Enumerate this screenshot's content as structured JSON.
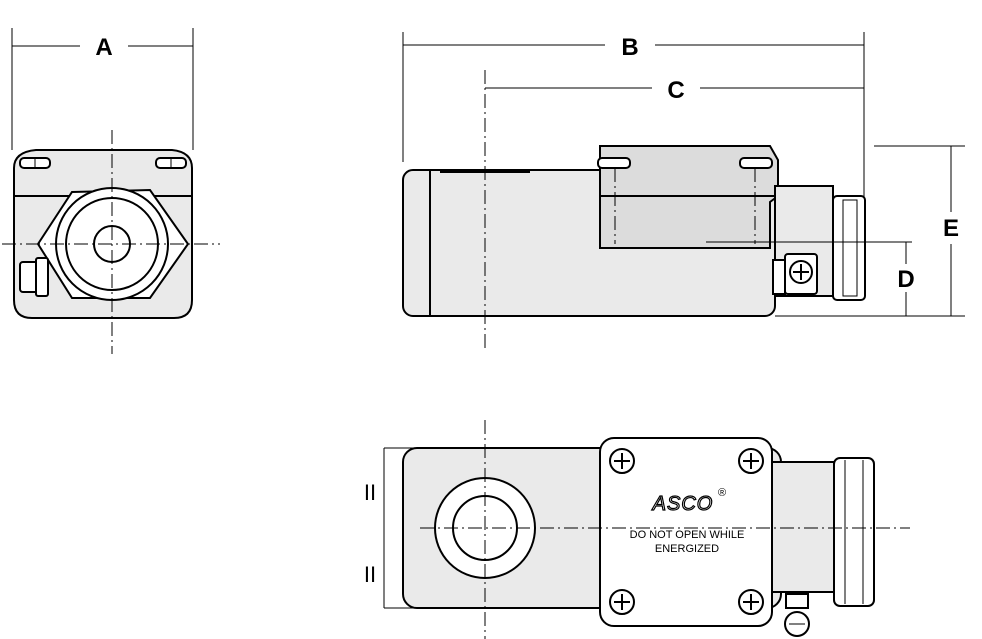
{
  "dimensions": {
    "a": "A",
    "b": "B",
    "c": "C",
    "d": "D",
    "e": "E"
  },
  "symmetry_marks": {
    "upper": "II",
    "lower": "II"
  },
  "nameplate": {
    "brand": "ASCO",
    "trademark": "®",
    "warning_line1": "DO NOT OPEN WHILE",
    "warning_line2": "ENERGIZED"
  },
  "icons": [
    "screw-head-icon",
    "ground-screw-icon",
    "conduit-hub-icon"
  ],
  "colors": {
    "line": "#000000",
    "body_fill": "#eaeaea",
    "background": "#ffffff"
  }
}
